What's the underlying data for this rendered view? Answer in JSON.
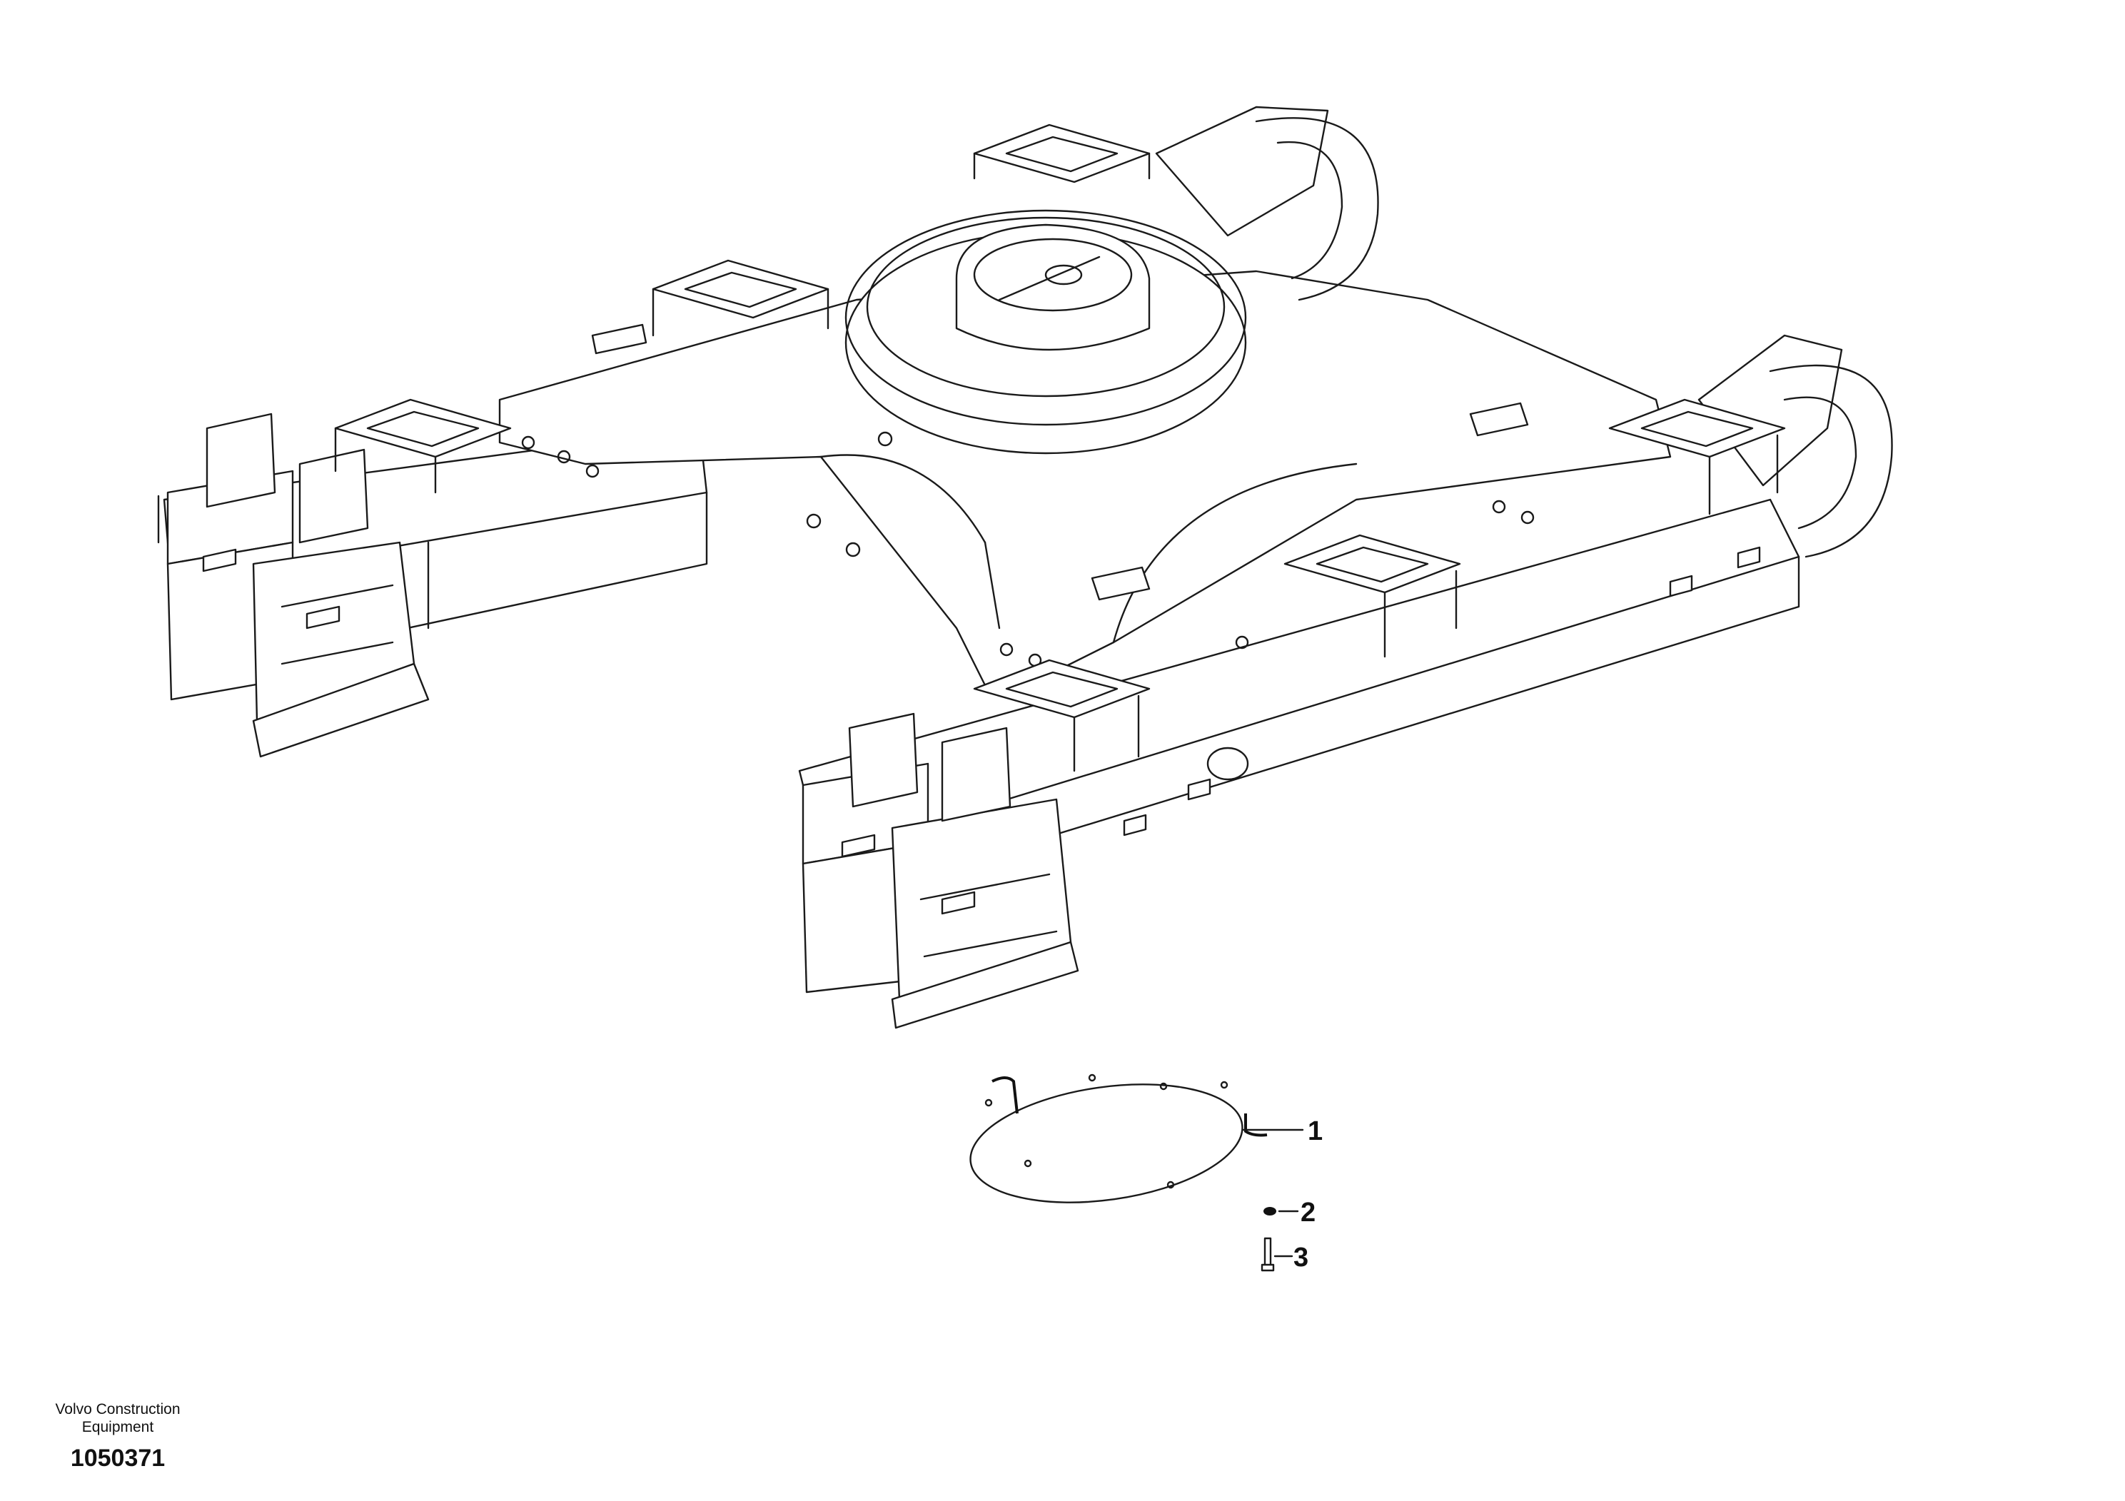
{
  "callouts": [
    {
      "number": "1",
      "part": "cover plate"
    },
    {
      "number": "2",
      "part": "washer"
    },
    {
      "number": "3",
      "part": "screw"
    }
  ],
  "footer": {
    "brand_line1": "Volvo Construction",
    "brand_line2": "Equipment",
    "drawing_number": "1050371"
  }
}
